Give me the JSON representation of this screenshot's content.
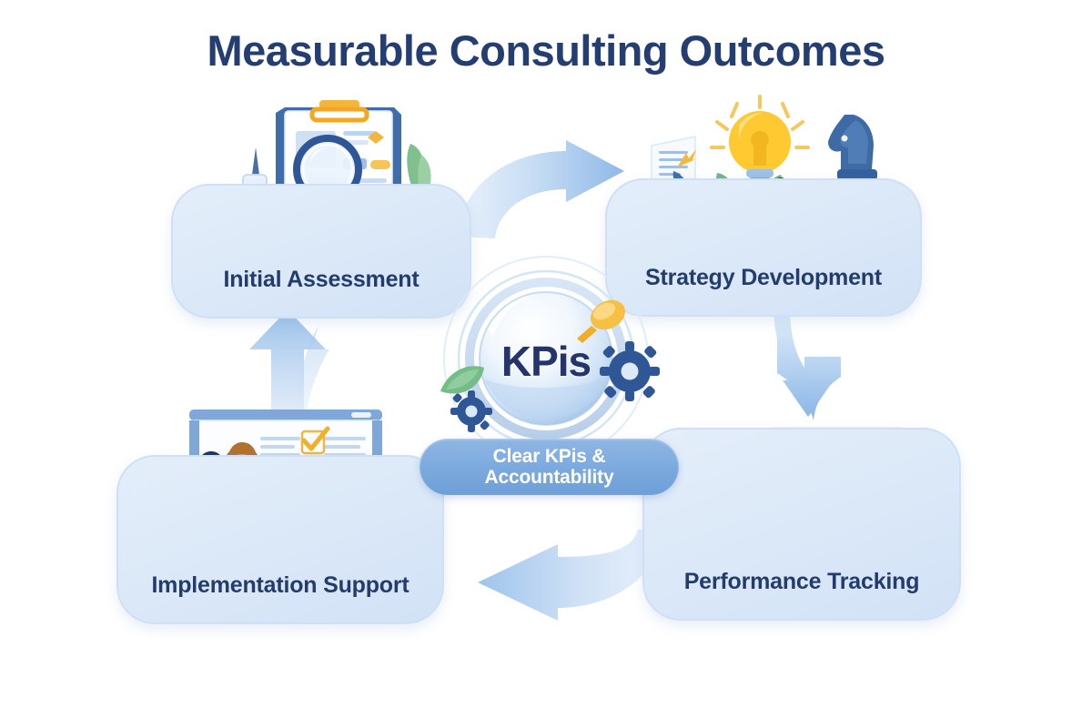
{
  "page": {
    "title": "Measurable Consulting Outcomes",
    "background_color": "#FFFFFF",
    "title_color": "#243E72"
  },
  "theme": {
    "card_fill": "#DCE9F8",
    "card_border": "#CFE0F6",
    "label_color": "#233C6B",
    "arrow_color": "#9DC2EA",
    "badge_fill": "#7BA9DE",
    "badge_text_color": "#FFFFFF",
    "accent_gold": "#F5B731",
    "accent_navy": "#2F5796",
    "accent_green": "#7BBE8A"
  },
  "cards": [
    {
      "id": "initial-assessment",
      "label": "Initial Assessment",
      "illustration": "clipboard-magnifier-icon",
      "position": "top-left"
    },
    {
      "id": "strategy-development",
      "label": "Strategy Development",
      "illustration": "lightbulb-chess-knight-icon",
      "position": "top-right"
    },
    {
      "id": "performance-tracking",
      "label": "Performance Tracking",
      "illustration": "target-dashboard-icon",
      "position": "bottom-right"
    },
    {
      "id": "implementation-support",
      "label": "Implementation Support",
      "illustration": "team-whiteboard-icon",
      "position": "bottom-left"
    }
  ],
  "hub": {
    "sphere_label": "KPis",
    "badge_line1": "Clear KPis &",
    "badge_line2": "Accountability",
    "decorations": [
      "gear-icon",
      "gear-icon",
      "leaf-icon",
      "gold-pin-icon"
    ]
  },
  "arrows": [
    {
      "id": "arrow-initial-to-strategy",
      "direction": "right",
      "from": "Initial Assessment",
      "to": "Strategy Development"
    },
    {
      "id": "arrow-strategy-to-performance",
      "direction": "down",
      "from": "Strategy Development",
      "to": "Performance Tracking"
    },
    {
      "id": "arrow-performance-to-implementation",
      "direction": "left",
      "from": "Performance Tracking",
      "to": "Implementation Support"
    },
    {
      "id": "arrow-implementation-to-initial",
      "direction": "up",
      "from": "Implementation Support",
      "to": "Initial Assessment"
    }
  ]
}
